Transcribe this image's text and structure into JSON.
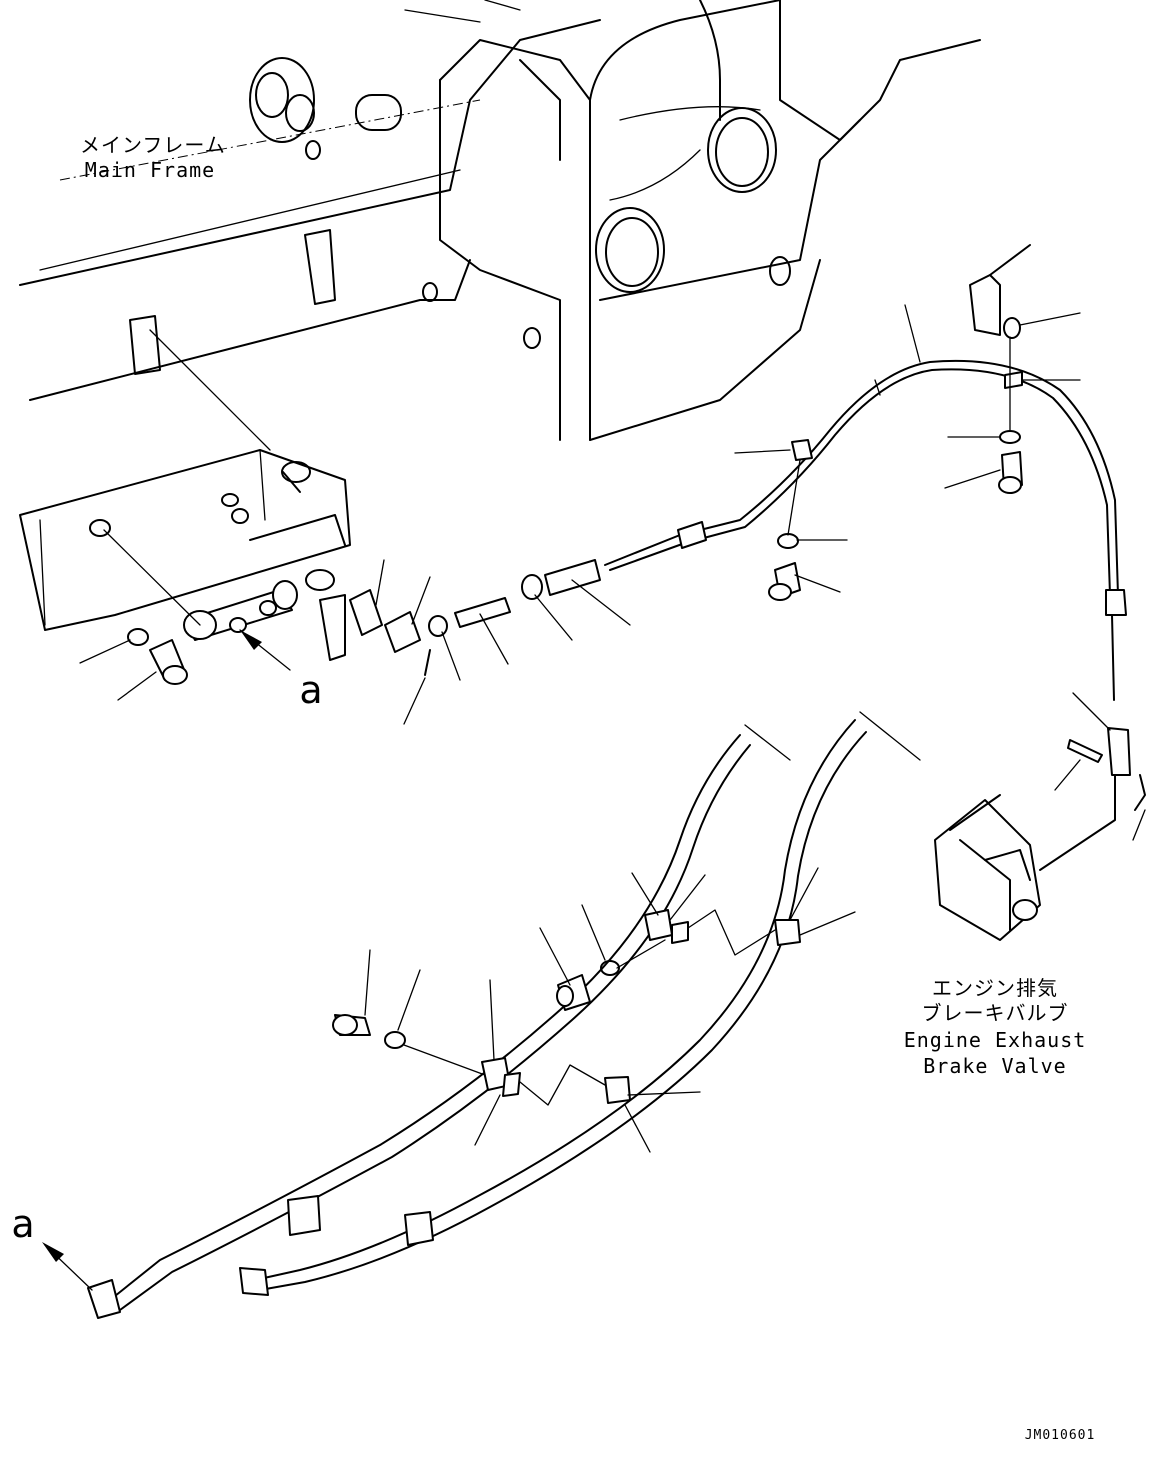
{
  "labels": {
    "main_frame_jp": "メインフレーム",
    "main_frame_en": "Main Frame",
    "valve_jp_line1": "エンジン排気",
    "valve_jp_line2": "ブレーキバルブ",
    "valve_en_line1": "Engine Exhaust",
    "valve_en_line2": "Brake Valve",
    "ref_a_top": "a",
    "ref_a_bottom": "a",
    "drawing_code": "JM010601"
  }
}
